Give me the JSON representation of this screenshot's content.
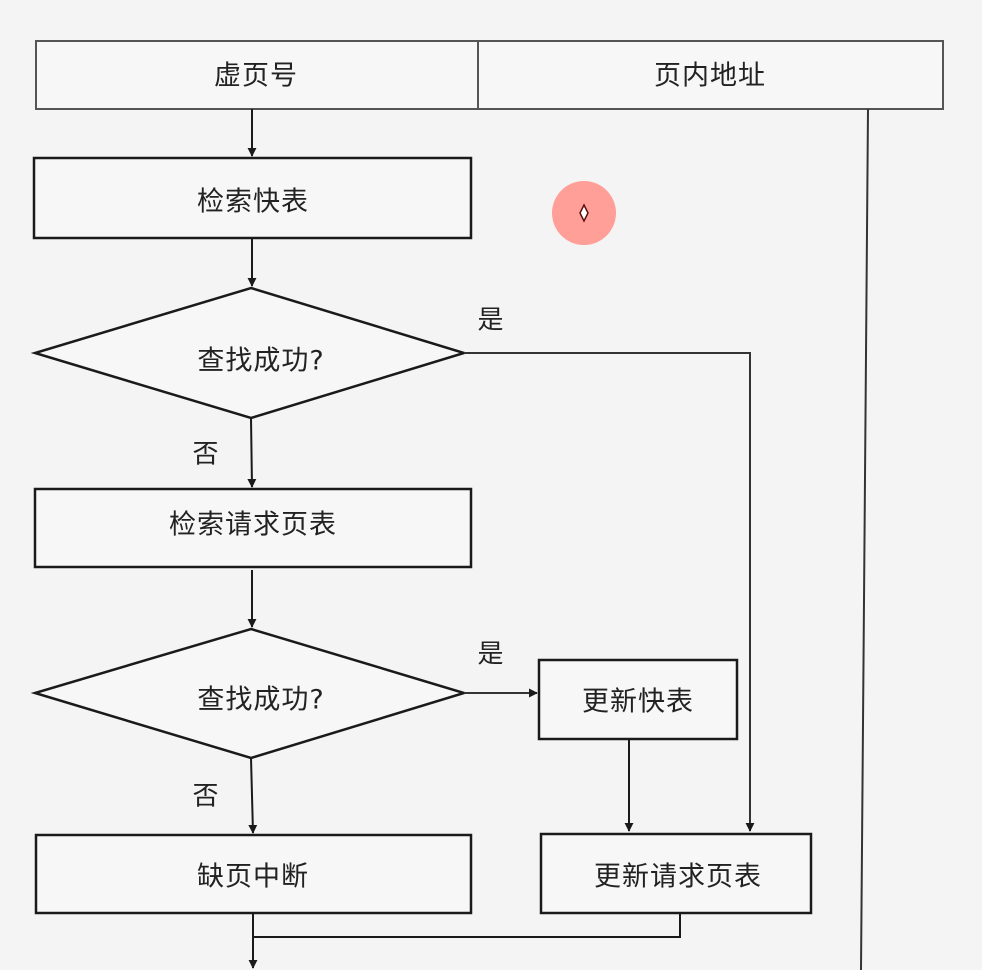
{
  "header": {
    "cells": [
      {
        "label": "虚页号"
      },
      {
        "label": "页内地址"
      }
    ]
  },
  "nodes": {
    "search_tlb": {
      "label": "检索快表"
    },
    "decision_1": {
      "label": "查找成功?"
    },
    "search_page_table": {
      "label": "检索请求页表"
    },
    "decision_2": {
      "label": "查找成功?"
    },
    "update_tlb": {
      "label": "更新快表"
    },
    "page_fault": {
      "label": "缺页中断"
    },
    "update_page_table": {
      "label": "更新请求页表"
    }
  },
  "edges": {
    "yes_1": {
      "label": "是"
    },
    "no_1": {
      "label": "否"
    },
    "yes_2": {
      "label": "是"
    },
    "no_2": {
      "label": "否"
    }
  },
  "colors": {
    "stroke": "#1a1a1a",
    "background": "#f4f4f4",
    "cursor_highlight": "#ff9f98"
  },
  "cursor": {
    "icon": "cursor-crosshair-icon"
  }
}
